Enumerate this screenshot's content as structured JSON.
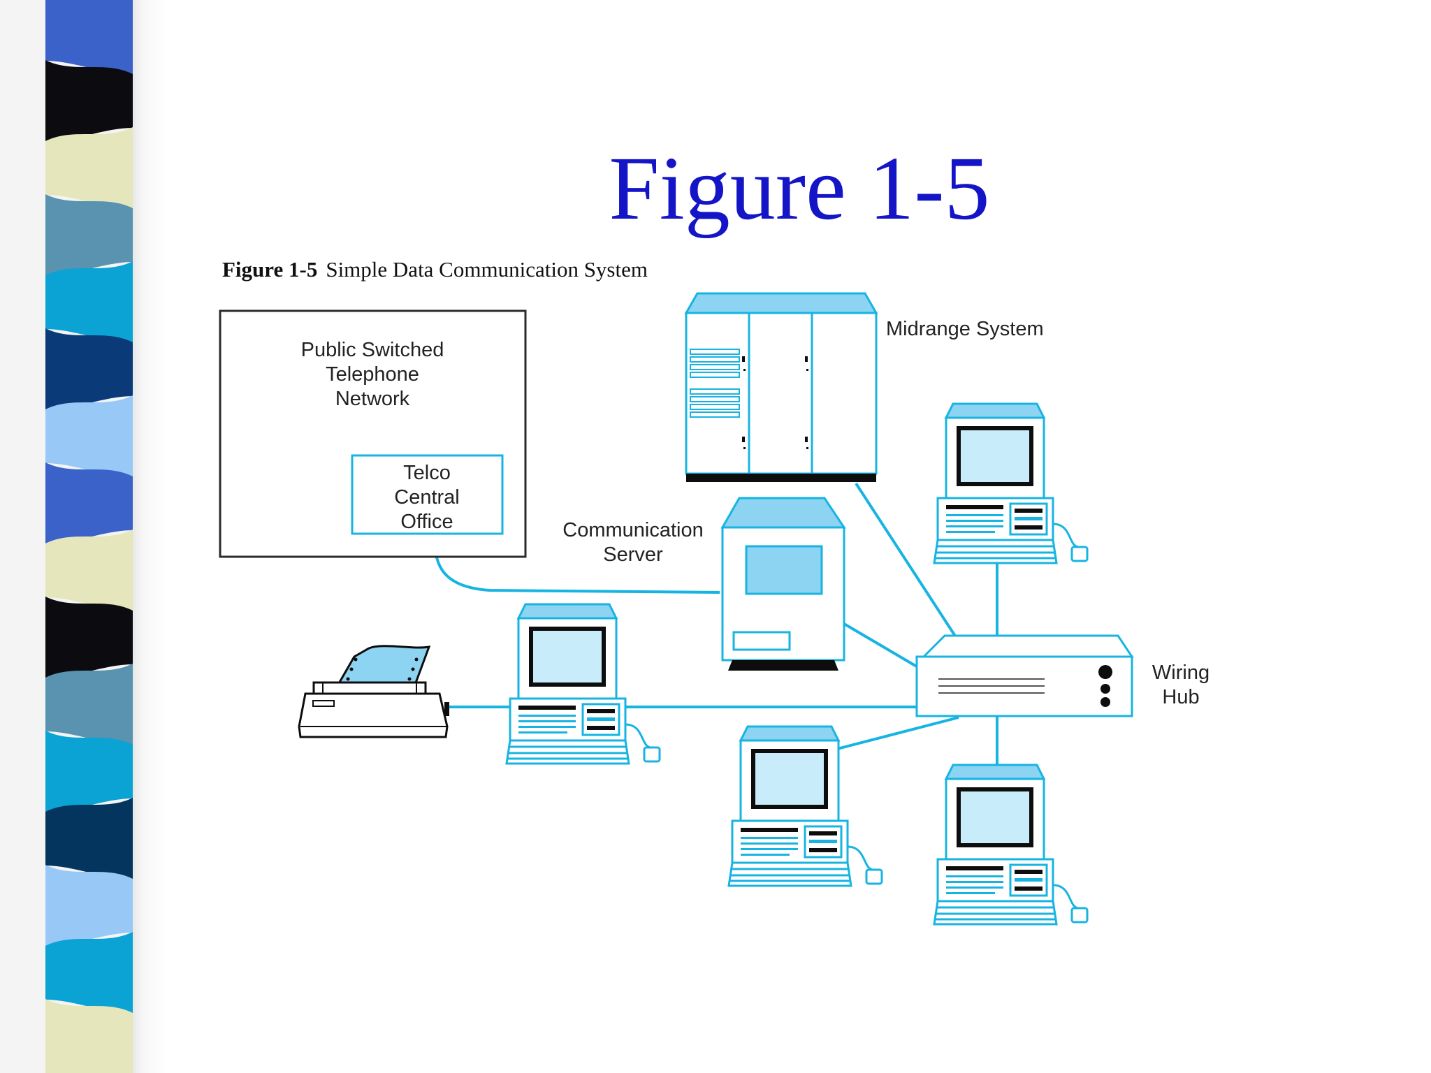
{
  "slide": {
    "title": "Figure 1-5"
  },
  "figure": {
    "caption_label": "Figure 1-5",
    "caption_text": "Simple Data Communication System"
  },
  "diagram": {
    "pstn": {
      "line1": "Public Switched",
      "line2": "Telephone",
      "line3": "Network"
    },
    "telco": {
      "line1": "Telco",
      "line2": "Central",
      "line3": "Office"
    },
    "midrange": {
      "label": "Midrange System"
    },
    "comm_server": {
      "line1": "Communication",
      "line2": "Server"
    },
    "hub": {
      "line1": "Wiring",
      "line2": "Hub"
    }
  },
  "colors": {
    "accent": "#17b4e2",
    "fill_light": "#c8ecfa",
    "fill_mid": "#8dd3f2",
    "title": "#1515c8",
    "sidebar_stripes": [
      "#3a62c8",
      "#0b0b10",
      "#e6e6bc",
      "#5a93b0",
      "#0aa3d3",
      "#0a3a78",
      "#98c8f5",
      "#3a62c8",
      "#e6e6bc",
      "#0b0b10",
      "#5a93b0",
      "#0aa3d3",
      "#03355f",
      "#98c8f5",
      "#0aa3d3",
      "#e6e6bc"
    ]
  }
}
